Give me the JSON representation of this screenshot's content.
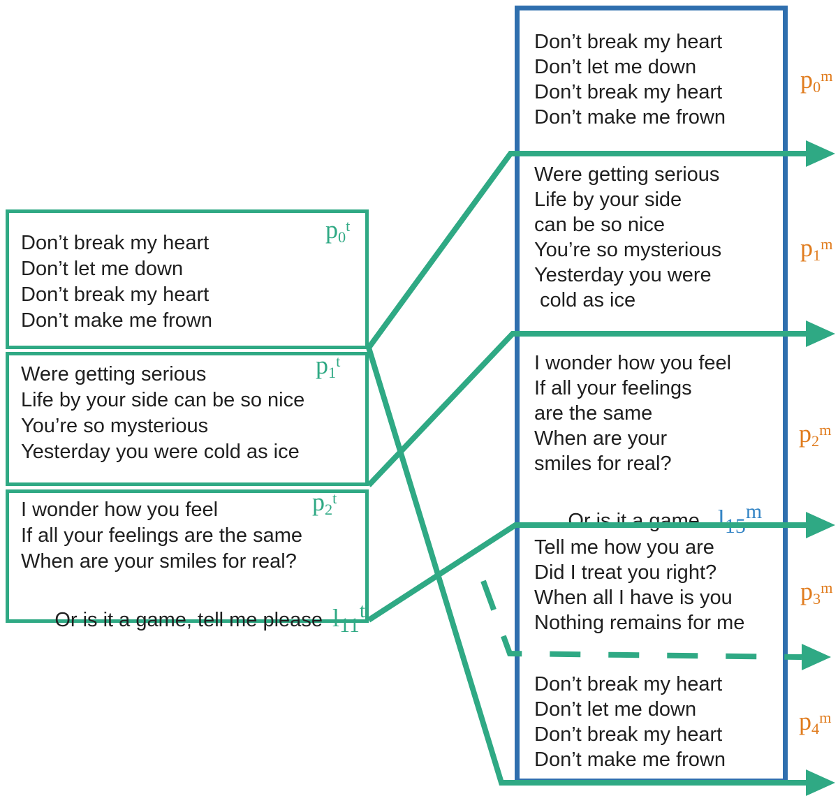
{
  "colors": {
    "green": "#2fa984",
    "blue": "#2f6fae",
    "orange": "#e07c1e",
    "light_blue": "#3585c5",
    "text": "#1f1f1f"
  },
  "left_box": {
    "sections": [
      {
        "label": {
          "base": "p",
          "sub": "0",
          "sup": "t"
        },
        "lines": [
          "Don’t break my heart",
          "Don’t let me down",
          "Don’t break my heart",
          "Don’t make me frown"
        ]
      },
      {
        "label": {
          "base": "p",
          "sub": "1",
          "sup": "t"
        },
        "lines": [
          "Were getting serious",
          "Life by your side can be so nice",
          "You’re so mysterious",
          "Yesterday you were cold as ice"
        ]
      },
      {
        "label": {
          "base": "p",
          "sub": "2",
          "sup": "t"
        },
        "inline_label": {
          "base": "l",
          "sub": "11",
          "sup": "t"
        },
        "lines": [
          "I wonder how you feel",
          "If all your feelings are the same",
          "When are your smiles for real?",
          "Or is it a game, tell me please"
        ]
      }
    ]
  },
  "right_box": {
    "sections": [
      {
        "label": {
          "base": "p",
          "sub": "0",
          "sup": "m"
        },
        "lines": [
          "Don’t break my heart",
          "Don’t let me down",
          "Don’t break my heart",
          "Don’t make me frown"
        ]
      },
      {
        "label": {
          "base": "p",
          "sub": "1",
          "sup": "m"
        },
        "lines": [
          "Were getting serious",
          "Life by your side",
          "can be so nice",
          "You’re so mysterious",
          "Yesterday you were",
          " cold as ice"
        ]
      },
      {
        "label": {
          "base": "p",
          "sub": "2",
          "sup": "m"
        },
        "inline_label": {
          "base": "l",
          "sub": "15",
          "sup": "m"
        },
        "lines": [
          "I wonder how you feel",
          "If all your feelings",
          "are the same",
          "When are your",
          "smiles for real?",
          "Or is it a game"
        ]
      },
      {
        "label": {
          "base": "p",
          "sub": "3",
          "sup": "m"
        },
        "lines": [
          "Tell me how you are",
          "Did I treat you right?",
          "When all I have is you",
          "Nothing remains for me"
        ]
      },
      {
        "label": {
          "base": "p",
          "sub": "4",
          "sup": "m"
        },
        "lines": [
          "Don’t break my heart",
          "Don’t let me down",
          "Don’t break my heart",
          "Don’t make me frown"
        ]
      }
    ]
  }
}
